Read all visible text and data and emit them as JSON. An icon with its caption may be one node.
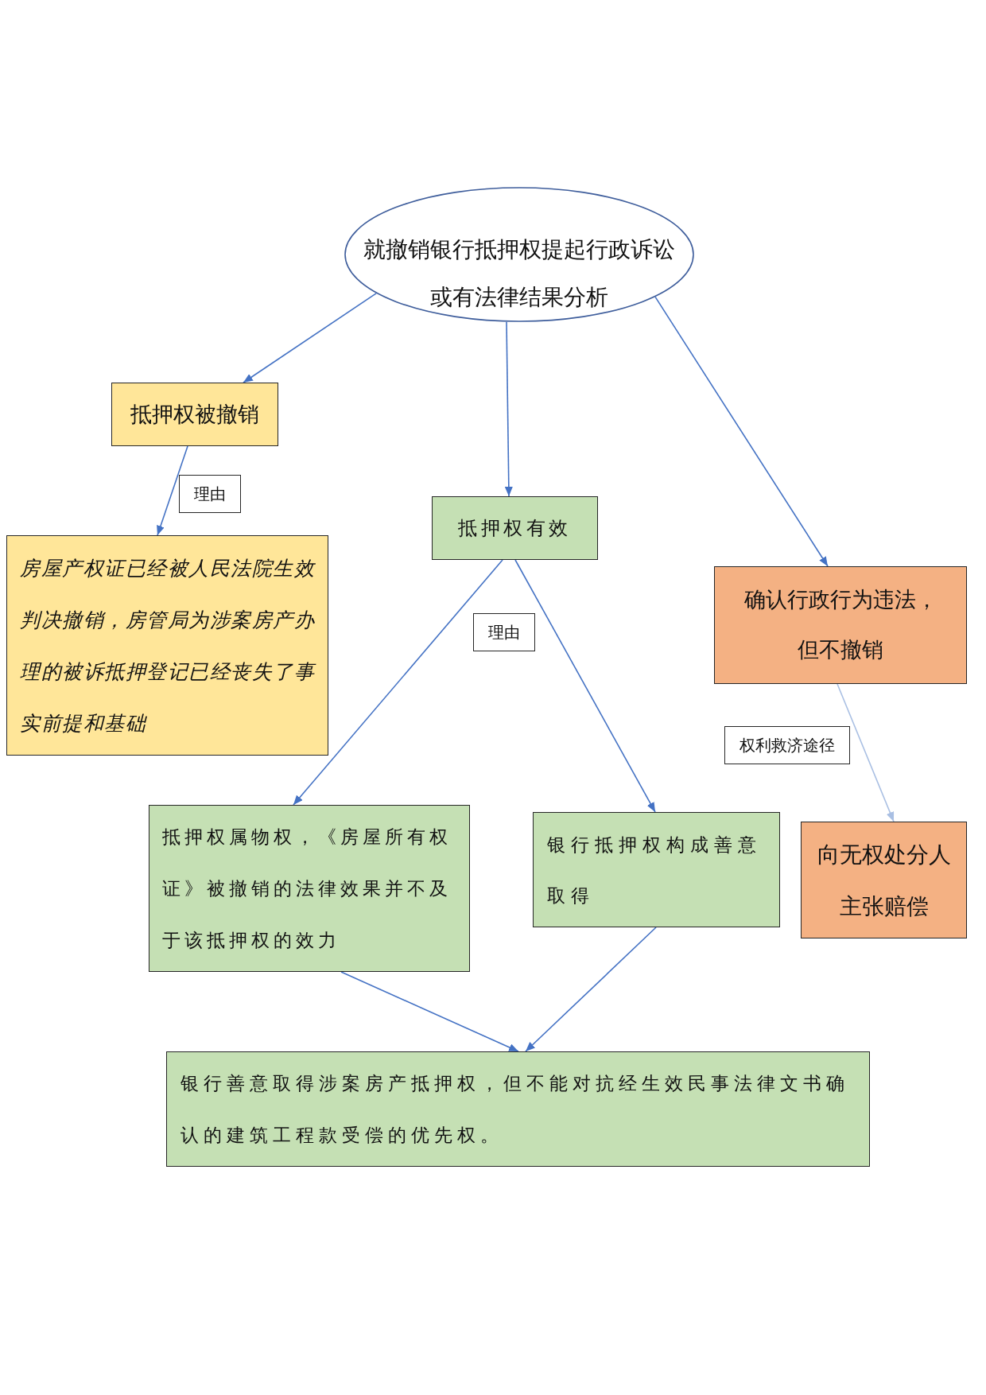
{
  "diagram": {
    "nodes": [
      {
        "text": [
          "就撤销银行抵押权提起行政诉讼或有法律结果分析"
        ]
      },
      {
        "text": [
          "抵押权被撤销"
        ]
      },
      {
        "text": [
          "房屋产权证已经被人民法院生效判决撤销，房管局为涉案房产办理的被诉抵押登记已经丧失了事实前提和基础"
        ]
      },
      {
        "text": [
          "抵押权有效"
        ]
      },
      {
        "text": [
          "确认行政行为违法，但不撤销"
        ]
      },
      {
        "text": [
          "抵押权属物权，《房屋所有权证》被撤销的法律效果并不及于该抵押权的效力"
        ]
      },
      {
        "text": [
          "银行抵押权构成善意取得"
        ]
      },
      {
        "text": [
          "向无权处分人主张赔偿"
        ]
      },
      {
        "text": [
          "银行善意取得涉案房产抵押权，但不能对抗经生效民事法律文书确认的建筑工程款受偿的优先权。"
        ]
      }
    ],
    "edges": [
      {
        "from": 0,
        "to": 1,
        "arrow": "to"
      },
      {
        "from": 0,
        "to": 3,
        "arrow": "to"
      },
      {
        "from": 0,
        "to": 4,
        "arrow": "to"
      },
      {
        "from": 1,
        "to": 2,
        "arrow": "to",
        "label": "理由"
      },
      {
        "from": 3,
        "to": 5,
        "arrow": "to",
        "label": "理由"
      },
      {
        "from": 3,
        "to": 6,
        "arrow": "to"
      },
      {
        "from": 4,
        "to": 7,
        "arrow": "to",
        "label": "权利救济途径",
        "color": "#a9bfe3"
      },
      {
        "from": 5,
        "to": 8,
        "arrow": "to"
      },
      {
        "from": 6,
        "to": 8,
        "arrow": "to"
      }
    ]
  }
}
